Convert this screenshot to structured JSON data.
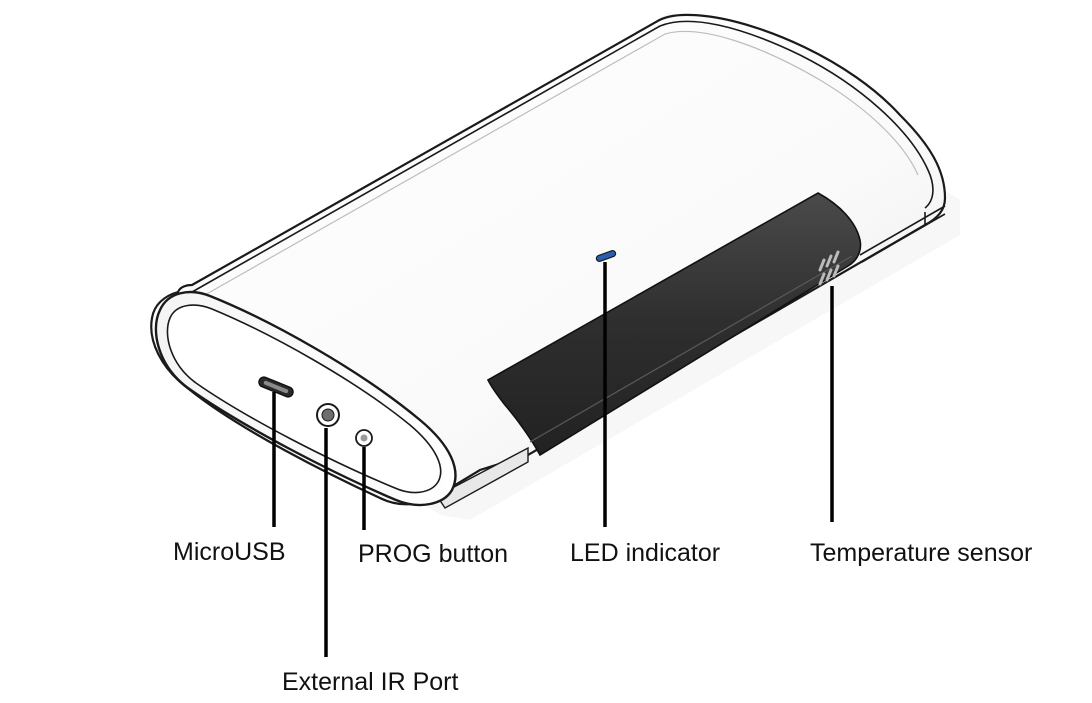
{
  "colors": {
    "device_body": "#ffffff",
    "device_outline": "#1a1a1a",
    "device_shade": "#e6e6e6",
    "rubber_band": "#333333",
    "led": "#2a5fb0",
    "leader_line": "#000000",
    "label_text": "#111111"
  },
  "callouts": {
    "microusb": "MicroUSB",
    "prog_button": "PROG button",
    "led_indicator": "LED indicator",
    "temperature_sensor": "Temperature sensor",
    "external_ir_port": "External IR Port"
  }
}
